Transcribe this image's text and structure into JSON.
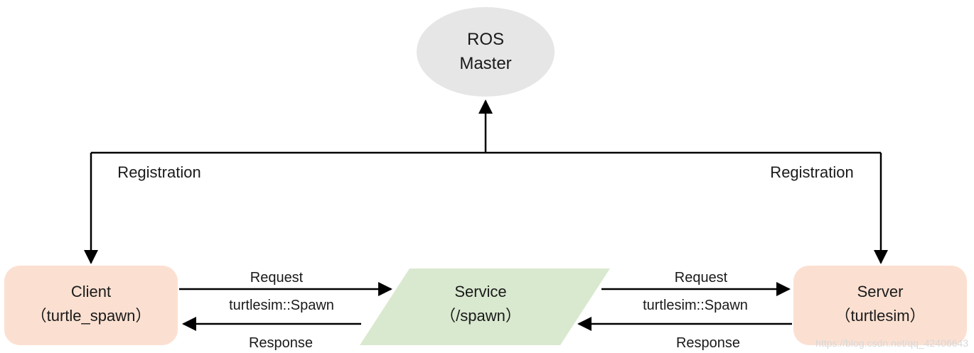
{
  "nodes": {
    "master": {
      "line1": "ROS",
      "line2": "Master"
    },
    "client": {
      "line1": "Client",
      "line2": "（turtle_spawn）"
    },
    "service": {
      "line1": "Service",
      "line2": "（/spawn）"
    },
    "server": {
      "line1": "Server",
      "line2": "（turtlesim）"
    }
  },
  "edges": {
    "registration_left": "Registration",
    "registration_right": "Registration",
    "left_request": "Request",
    "left_type": "turtlesim::Spawn",
    "left_response": "Response",
    "right_request": "Request",
    "right_type": "turtlesim::Spawn",
    "right_response": "Response"
  },
  "watermark": "https://blog.csdn.net/qq_42406643",
  "colors": {
    "master_fill": "#e6e6e6",
    "client_fill": "#fbe0d1",
    "server_fill": "#fbe0d1",
    "service_fill": "#d9e9cf",
    "line": "#000000"
  }
}
